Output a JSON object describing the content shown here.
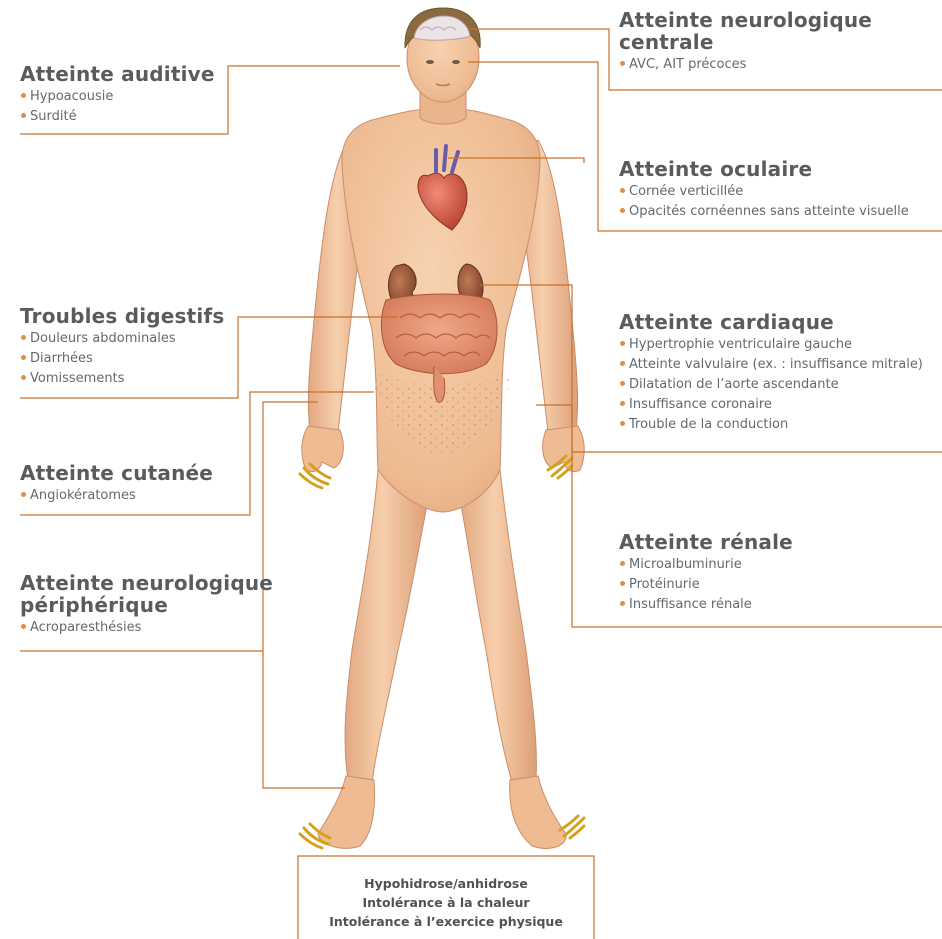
{
  "colors": {
    "leader_line": "#c9702a",
    "bullet": "#e08d45",
    "title_text": "#595b5e",
    "body_text": "#66686b",
    "skin": "#f2c29a",
    "wave": "#d6a01c"
  },
  "panels": {
    "auditive": {
      "title_lines": [
        "Atteinte auditive"
      ],
      "items": [
        "Hypoacousie",
        "Surdité"
      ]
    },
    "neuro_centrale": {
      "title_lines": [
        "Atteinte neurologique",
        "centrale"
      ],
      "items": [
        "AVC, AIT précoces"
      ]
    },
    "oculaire": {
      "title_lines": [
        "Atteinte oculaire"
      ],
      "items": [
        "Cornée verticillée",
        "Opacités cornéennes sans atteinte visuelle"
      ]
    },
    "digestif": {
      "title_lines": [
        "Troubles digestifs"
      ],
      "items": [
        "Douleurs abdominales",
        "Diarrhées",
        "Vomissements"
      ]
    },
    "cardiaque": {
      "title_lines": [
        "Atteinte cardiaque"
      ],
      "items": [
        "Hypertrophie ventriculaire gauche",
        "Atteinte valvulaire (ex. : insuffisance mitrale)",
        "Dilatation de l’aorte ascendante",
        "Insuffisance coronaire",
        "Trouble de la conduction"
      ]
    },
    "cutanee": {
      "title_lines": [
        "Atteinte cutanée"
      ],
      "items": [
        "Angiokératomes"
      ]
    },
    "renale": {
      "title_lines": [
        "Atteinte rénale"
      ],
      "items": [
        "Microalbuminurie",
        "Protéinurie",
        "Insuffisance rénale"
      ]
    },
    "neuro_peripherique": {
      "title_lines": [
        "Atteinte neurologique",
        "périphérique"
      ],
      "items": [
        "Acroparesthésies"
      ]
    }
  },
  "footer": {
    "lines": [
      "Hypohidrose/anhidrose",
      "Intolérance à la chaleur",
      "Intolérance à l’exercice physique"
    ]
  },
  "illustration": {
    "subject": "human-body-front-view",
    "organs": [
      "brain",
      "heart",
      "kidneys",
      "intestines"
    ],
    "skin_marks": "angiokeratoma-dots",
    "heat_waves": [
      "left-hand",
      "right-hand",
      "left-foot",
      "right-foot"
    ]
  }
}
